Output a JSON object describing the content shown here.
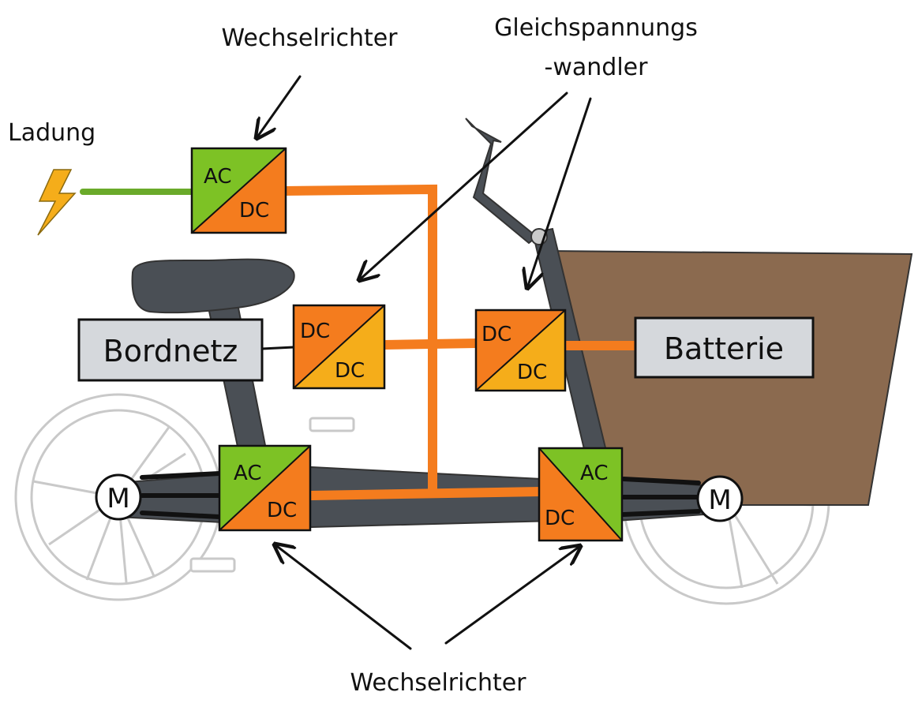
{
  "labels": {
    "charging": "Ladung",
    "inverter_top": "Wechselrichter",
    "dc_converter_line1": "Gleichspannungs",
    "dc_converter_line2": "-wandler",
    "inverter_bottom": "Wechselrichter"
  },
  "boxes": {
    "onboard_net": "Bordnetz",
    "battery": "Batterie"
  },
  "converters": {
    "charger": {
      "top": "AC",
      "bottom": "DC"
    },
    "dcdc_left": {
      "top": "DC",
      "bottom": "DC"
    },
    "dcdc_right": {
      "top": "DC",
      "bottom": "DC"
    },
    "inverter_rear": {
      "top": "AC",
      "bottom": "DC"
    },
    "inverter_front": {
      "top": "AC",
      "bottom": "DC"
    }
  },
  "motors": {
    "rear": "M",
    "front": "M"
  },
  "colors": {
    "ac": "#7dc225",
    "dc": "#f47c1e",
    "dc_low": "#f5ad1a",
    "bus": "#f47c1e",
    "grid_line": "#6aaa2a",
    "frame": "#4a4f55",
    "cargo_box": "#8b6a4f",
    "label_box": "#d5d8dc",
    "wheel": "#c9c9c9",
    "bolt": "#f5ad1a"
  }
}
